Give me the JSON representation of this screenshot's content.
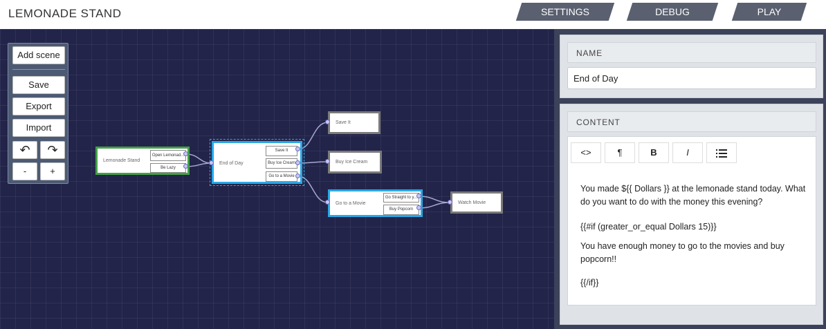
{
  "header": {
    "title": "LEMONADE STAND",
    "buttons": {
      "settings": "SETTINGS",
      "debug": "DEBUG",
      "play": "PLAY"
    }
  },
  "toolbar": {
    "add_scene": "Add scene",
    "save": "Save",
    "export": "Export",
    "import": "Import",
    "undo": "↶",
    "redo": "↷",
    "zoom_out": "-",
    "zoom_in": "+"
  },
  "graph": {
    "nodes": {
      "lemonade_stand": {
        "title": "Lemonade Stand",
        "choices": [
          "Open Lemonad...",
          "Be Lazy"
        ]
      },
      "end_of_day": {
        "title": "End of Day",
        "choices": [
          "Save It",
          "Buy Ice Cream",
          "Go to a Movie"
        ]
      },
      "save_it": {
        "title": "Save It"
      },
      "buy_ice_cream": {
        "title": "Buy Ice Cream"
      },
      "go_to_movie": {
        "title": "Go to a Movie",
        "choices": [
          "Go Straight to y...",
          "Buy Popcorn"
        ]
      },
      "watch_movie": {
        "title": "Watch Movie"
      }
    },
    "colors": {
      "start": "#43a047",
      "selected": "#29a8e6",
      "default": "#7a7a7a",
      "edge": "#a8a8d0"
    }
  },
  "panel": {
    "name_label": "NAME",
    "name_value": "End of Day",
    "content_label": "CONTENT",
    "editor_buttons": {
      "code": "<>",
      "paragraph": "¶",
      "bold": "B",
      "italic": "I",
      "list": "list-icon"
    },
    "content_lines": [
      "You made ${{ Dollars }} at the lemonade stand today. What do you want to do with the money this evening?",
      "{{#if (greater_or_equal Dollars 15)}}",
      "You have enough money to go to the movies and buy popcorn!!",
      "{{/if}}"
    ]
  }
}
